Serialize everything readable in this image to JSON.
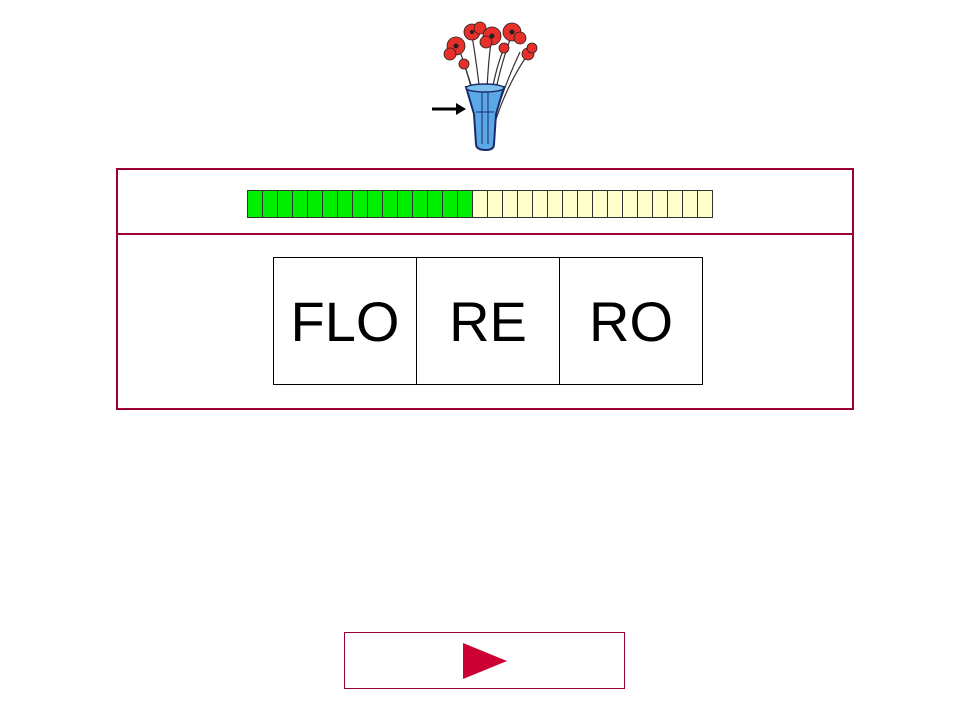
{
  "illustration": {
    "icon": "flowers-in-vase-icon",
    "pointer_icon": "arrow-right-icon"
  },
  "progress": {
    "total_segments": 31,
    "completed_segments": 15,
    "completed_color": "#00ee00",
    "remaining_color": "#ffffcc"
  },
  "syllables": [
    {
      "label": "FLO"
    },
    {
      "label": "RE"
    },
    {
      "label": "RO"
    }
  ],
  "next_button": {
    "icon": "play-triangle-icon",
    "color": "#cc0033"
  },
  "colors": {
    "frame": "#990033"
  }
}
